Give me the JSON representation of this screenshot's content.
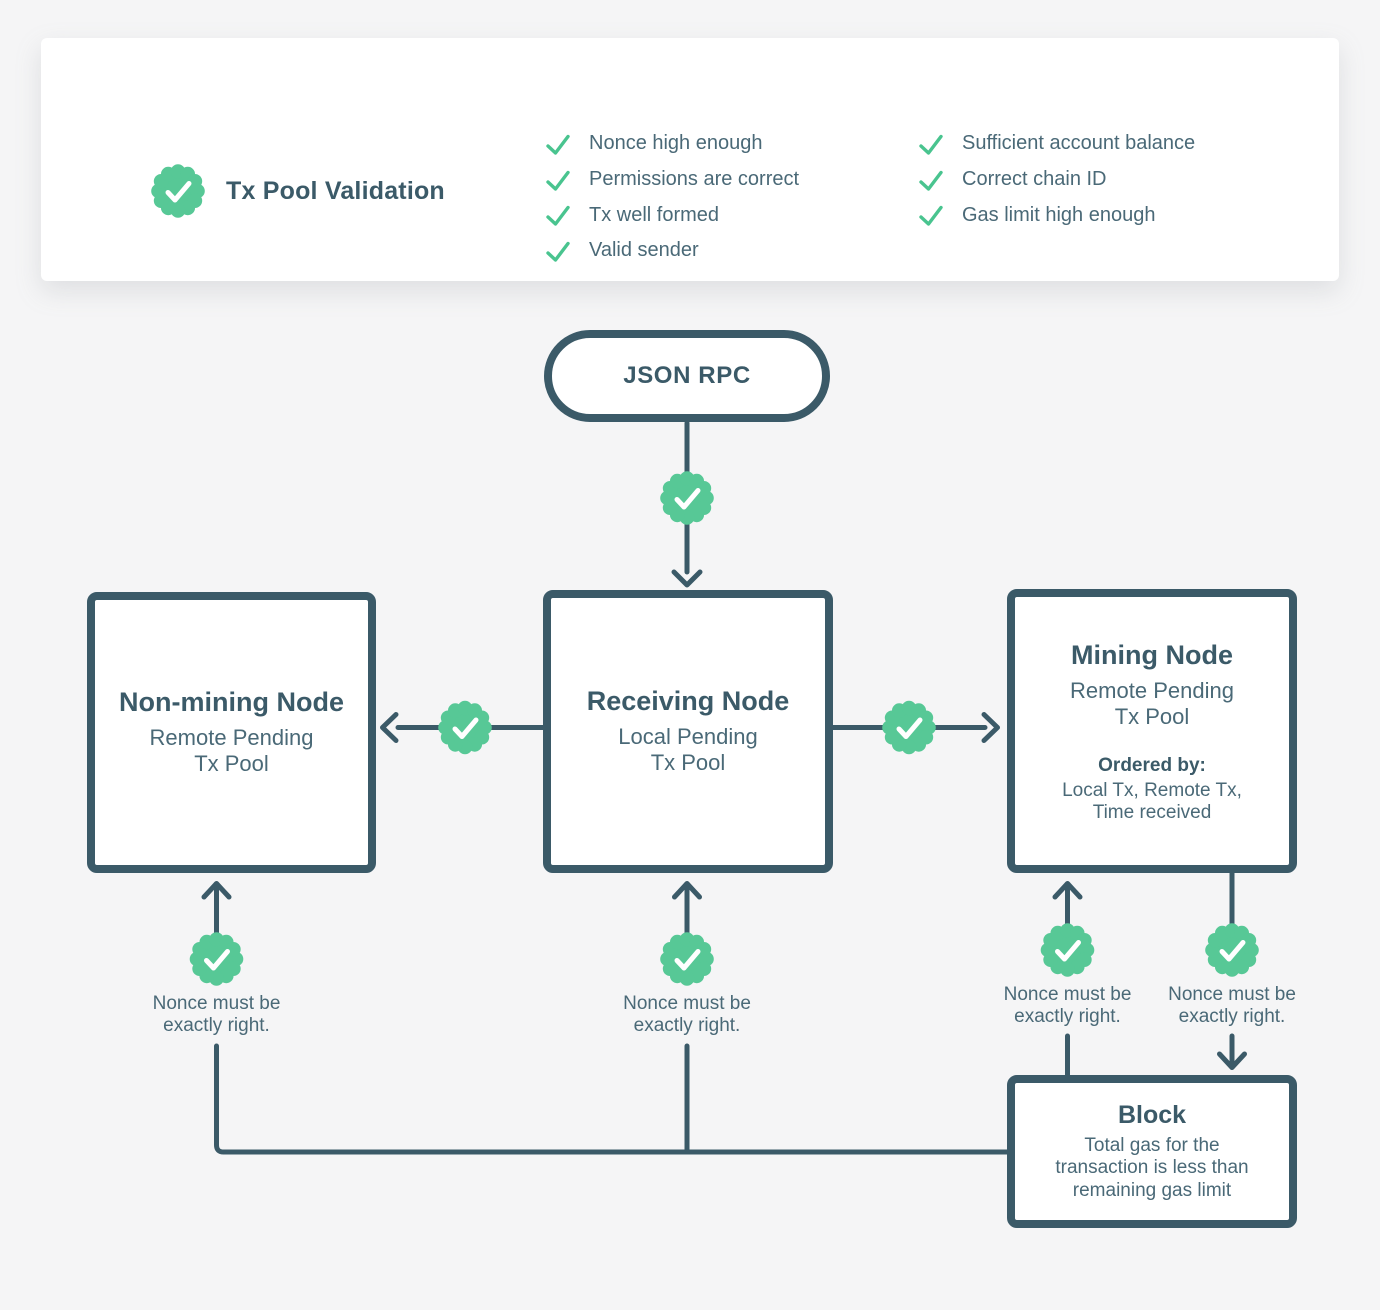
{
  "colors": {
    "slate": "#3b5a68",
    "green": "#57c896",
    "check_green": "#49c48f",
    "background": "#f5f5f6",
    "card": "#ffffff",
    "muted_text": "#4a6977"
  },
  "validation_card": {
    "badge_icon": "seal-check-icon",
    "title": "Tx Pool Validation",
    "items_left": [
      "Nonce high enough",
      "Permissions are correct",
      "Tx well formed",
      "Valid sender"
    ],
    "items_right": [
      "Sufficient account balance",
      "Correct chain ID",
      "Gas limit high enough"
    ]
  },
  "flow": {
    "start": {
      "label": "JSON RPC"
    },
    "non_mining_node": {
      "title": "Non-mining Node",
      "subtitle": "Remote Pending\nTx Pool"
    },
    "receiving_node": {
      "title": "Receiving Node",
      "subtitle": "Local Pending\nTx Pool"
    },
    "mining_node": {
      "title": "Mining Node",
      "subtitle": "Remote Pending\nTx Pool",
      "ordered_by_label": "Ordered by:",
      "ordered_by_values": "Local Tx, Remote Tx,\nTime received"
    },
    "block": {
      "title": "Block",
      "subtitle": "Total gas for the\ntransaction is less than\nremaining gas limit"
    },
    "nonce_note": "Nonce must be\nexactly right."
  }
}
